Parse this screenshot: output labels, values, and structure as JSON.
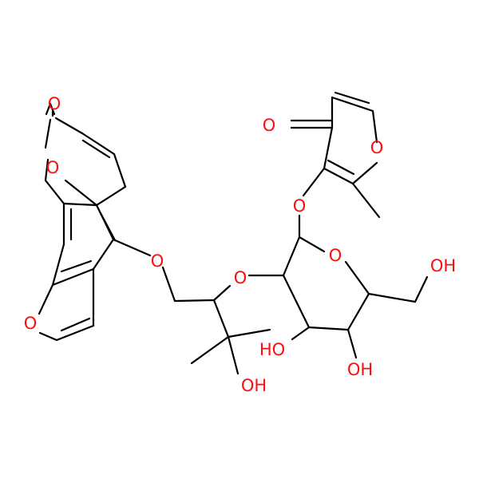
{
  "colors": {
    "oxygen": "#ff0d0d",
    "carbon_bond": "#000000",
    "background": "#ffffff"
  },
  "atoms": {
    "o_lactone_carbonyl": "O",
    "o_lactone_ring": "O",
    "o_furan": "O",
    "o_aryl_ether": "O",
    "o_chain_ether": "O",
    "o_tertiary_hydroxyl": "OH",
    "o_pyranone_carbonyl": "O",
    "o_pyranone_ring": "O",
    "o_glycosidic": "O",
    "o_sugar_ring": "O",
    "o_hydroxymethyl": "OH",
    "o_hydroxyl_c3": "HO",
    "o_hydroxyl_c4": "OH"
  }
}
